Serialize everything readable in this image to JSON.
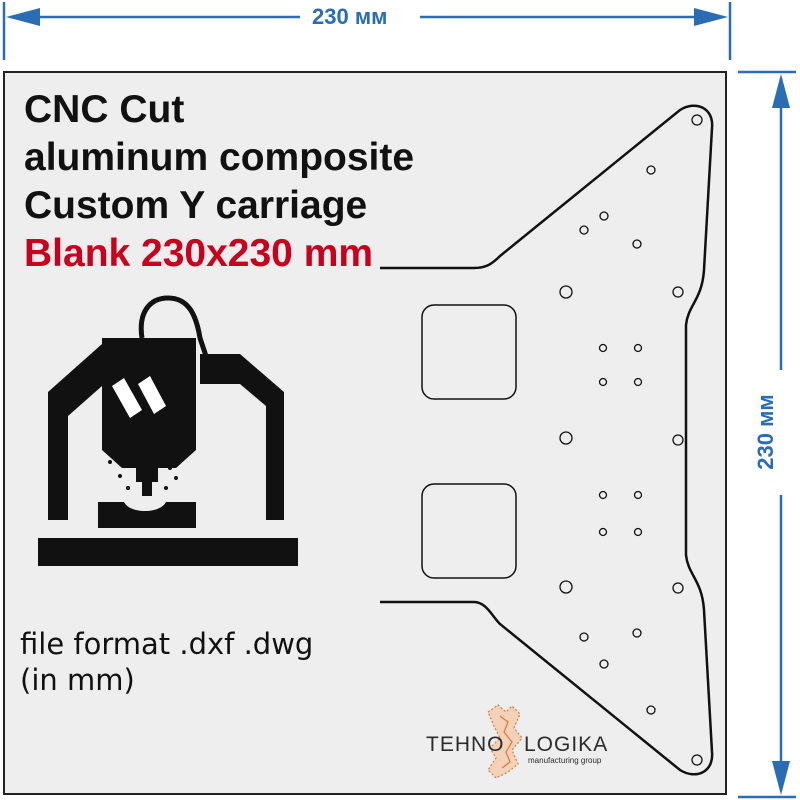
{
  "dimensions": {
    "width_label": "230 мм",
    "height_label": "230 мм"
  },
  "title": {
    "line1": "CNC Cut",
    "line2": "aluminum composite",
    "line3": "Custom Y carriage",
    "line4": "Blank 230x230 mm"
  },
  "file_format": {
    "line1": "file format .dxf .dwg",
    "line2": "(in mm)"
  },
  "logo": {
    "left": "TEHNO",
    "right": "LOGIKA",
    "tagline": "manufacturing group"
  },
  "colors": {
    "dimension": "#2a6db5",
    "blank_fill": "#eeeeee",
    "title_accent": "#c8001e",
    "logo_accent": "#e8743b"
  },
  "icons": [
    "cnc-machine-icon",
    "tehnologika-logo-icon"
  ]
}
